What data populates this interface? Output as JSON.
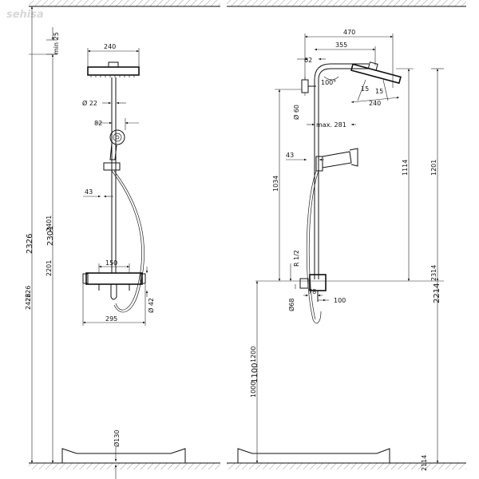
{
  "watermark": "sehisa",
  "front_view": {
    "min_gap": "min 25",
    "head_width": "240",
    "pipe_diameter": "Ø 22",
    "hand_shower_offset": "82",
    "bar_offset": "43",
    "fixing_distance": "150",
    "outlet_diameter": "Ø 42",
    "mixer_width": "295",
    "floor_offset": "Ø130",
    "height_a": "2226",
    "height_b": "2326",
    "height_c": "2426",
    "height_d": "2201",
    "height_e": "2301",
    "height_f": "2401"
  },
  "side_view": {
    "total_projection": "470",
    "arm_length": "355",
    "arm_offset": "62",
    "arm_angle": "100°",
    "tilt_a": "15",
    "tilt_b": "15",
    "head_diameter": "240",
    "pipe_diameter": "Ø 60",
    "hand_shower_max": "max. 281",
    "bar_offset": "43",
    "rail_height": "1034",
    "thread": "R 1/2",
    "wall_plate_diameter": "Ø68",
    "connection_depth": "78",
    "mixer_depth": "100",
    "head_height_a": "1114",
    "head_height_b": "1201",
    "total_a": "2314",
    "total_b": "2214",
    "total_c": "2114",
    "mixer_height_a": "1200",
    "mixer_height_b": "1100",
    "mixer_height_c": "1000"
  }
}
